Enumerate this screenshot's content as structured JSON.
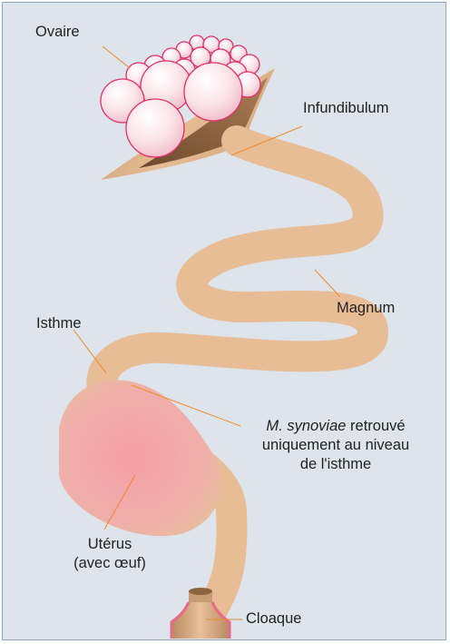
{
  "labels": {
    "ovaire": "Ovaire",
    "infundibulum": "Infundibulum",
    "magnum": "Magnum",
    "isthme": "Isthme",
    "note_italic": "M. synoviae",
    "note_rest_line1": " retrouvé",
    "note_line2": "uniquement au niveau",
    "note_line3": "de l'isthme",
    "uterus_line1": "Utérus",
    "uterus_line2": "(avec œuf)",
    "cloaque": "Cloaque"
  },
  "colors": {
    "background": "#dde4ec",
    "border": "#8fa6bb",
    "oviduct": "#e8bd96",
    "uterus": "#f3a6a9",
    "ovary_follicle": "#f7d4dc",
    "ovary_outline": "#e0306a",
    "leader_line": "#f08a2c",
    "cloaca_rim": "#e86a8a"
  }
}
